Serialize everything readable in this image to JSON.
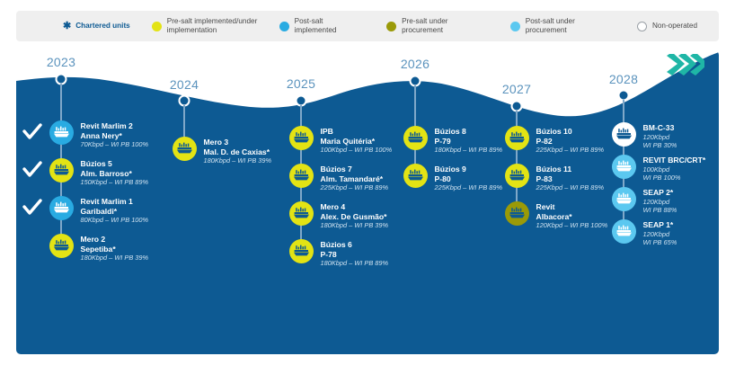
{
  "legend": {
    "items": [
      {
        "icon": "asterisk-icon",
        "label": "Chartered units",
        "style": "star",
        "color": "#0d5a93"
      },
      {
        "icon": "dot-icon",
        "label": "Pre-salt implemented/under implementation",
        "style": "dot",
        "color": "#e3e314"
      },
      {
        "icon": "dot-icon",
        "label": "Post-salt implemented",
        "style": "dot",
        "color": "#29abe2"
      },
      {
        "icon": "dot-icon",
        "label": "Pre-salt under procurement",
        "style": "dot",
        "color": "#9a9a08"
      },
      {
        "icon": "dot-icon",
        "label": "Post-salt under procurement",
        "style": "dot",
        "color": "#5bc8f0"
      },
      {
        "icon": "circle-outline-icon",
        "label": "Non-operated",
        "style": "hollow",
        "color": "#ffffff"
      }
    ]
  },
  "colors": {
    "panel_blue": "#0d5a93",
    "wave_light": "#ffffff",
    "pre_salt": "#e3e314",
    "post_salt": "#29abe2",
    "pre_salt_proc": "#9a9a08",
    "post_salt_proc": "#5bc8f0",
    "non_operated": "#ffffff",
    "chevron": "#1fb6a6",
    "year_text": "#5b93bd"
  },
  "columns": [
    {
      "year": "2023",
      "entries": [
        {
          "name": "Revit Marlim 2",
          "unit": "Anna Nery*",
          "detail": "70Kbpd – WI PB 100%",
          "type": "post_salt",
          "checked": true
        },
        {
          "name": "Búzios 5",
          "unit": "Alm. Barroso*",
          "detail": "150Kbpd – WI PB 89%",
          "type": "pre_salt",
          "checked": true
        },
        {
          "name": "Revit Marlim 1",
          "unit": "Garibaldi*",
          "detail": "80Kbpd – WI PB 100%",
          "type": "post_salt",
          "checked": true
        },
        {
          "name": "Mero 2",
          "unit": "Sepetiba*",
          "detail": "180Kbpd – WI PB 39%",
          "type": "pre_salt",
          "checked": false
        }
      ]
    },
    {
      "year": "2024",
      "entries": [
        {
          "name": "Mero 3",
          "unit": "Mal. D. de Caxias*",
          "detail": "180Kbpd – WI PB 39%",
          "type": "pre_salt",
          "checked": false
        }
      ]
    },
    {
      "year": "2025",
      "entries": [
        {
          "name": "IPB",
          "unit": "Maria Quitéria*",
          "detail": "100Kbpd – WI PB 100%",
          "type": "pre_salt",
          "checked": false
        },
        {
          "name": "Búzios 7",
          "unit": "Alm. Tamandaré*",
          "detail": "225Kbpd – WI PB 89%",
          "type": "pre_salt",
          "checked": false
        },
        {
          "name": "Mero 4",
          "unit": "Alex. De Gusmão*",
          "detail": "180Kbpd – WI PB 39%",
          "type": "pre_salt",
          "checked": false
        },
        {
          "name": "Búzios 6",
          "unit": "P-78",
          "detail": "180Kbpd – WI PB 89%",
          "type": "pre_salt",
          "checked": false
        }
      ]
    },
    {
      "year": "2026",
      "entries": [
        {
          "name": "Búzios 8",
          "unit": "P-79",
          "detail": "180Kbpd – WI PB 89%",
          "type": "pre_salt",
          "checked": false
        },
        {
          "name": "Búzios 9",
          "unit": "P-80",
          "detail": "225Kbpd – WI PB 89%",
          "type": "pre_salt",
          "checked": false
        }
      ]
    },
    {
      "year": "2027",
      "entries": [
        {
          "name": "Búzios 10",
          "unit": "P-82",
          "detail": "225Kbpd – WI PB 89%",
          "type": "pre_salt",
          "checked": false
        },
        {
          "name": "Búzios 11",
          "unit": "P-83",
          "detail": "225Kbpd – WI PB 89%",
          "type": "pre_salt",
          "checked": false
        },
        {
          "name": "Revit",
          "unit": "Albacora*",
          "detail": "120Kbpd – WI PB 100%",
          "type": "pre_salt_proc",
          "checked": false
        }
      ]
    },
    {
      "year": "2028",
      "entries": [
        {
          "name": "BM-C-33",
          "unit": "",
          "detail": "120Kbpd",
          "detail2": "WI PB 30%",
          "type": "non_operated",
          "checked": false
        },
        {
          "name": "REVIT BRC/CRT*",
          "unit": "",
          "detail": "100Kbpd",
          "detail2": "WI PB 100%",
          "type": "post_salt_proc",
          "checked": false
        },
        {
          "name": "SEAP 2*",
          "unit": "",
          "detail": "120Kbpd",
          "detail2": "WI PB 88%",
          "type": "post_salt_proc",
          "checked": false
        },
        {
          "name": "SEAP 1*",
          "unit": "",
          "detail": "120Kbpd",
          "detail2": "WI PB 65%",
          "type": "post_salt_proc",
          "checked": false
        }
      ]
    }
  ]
}
